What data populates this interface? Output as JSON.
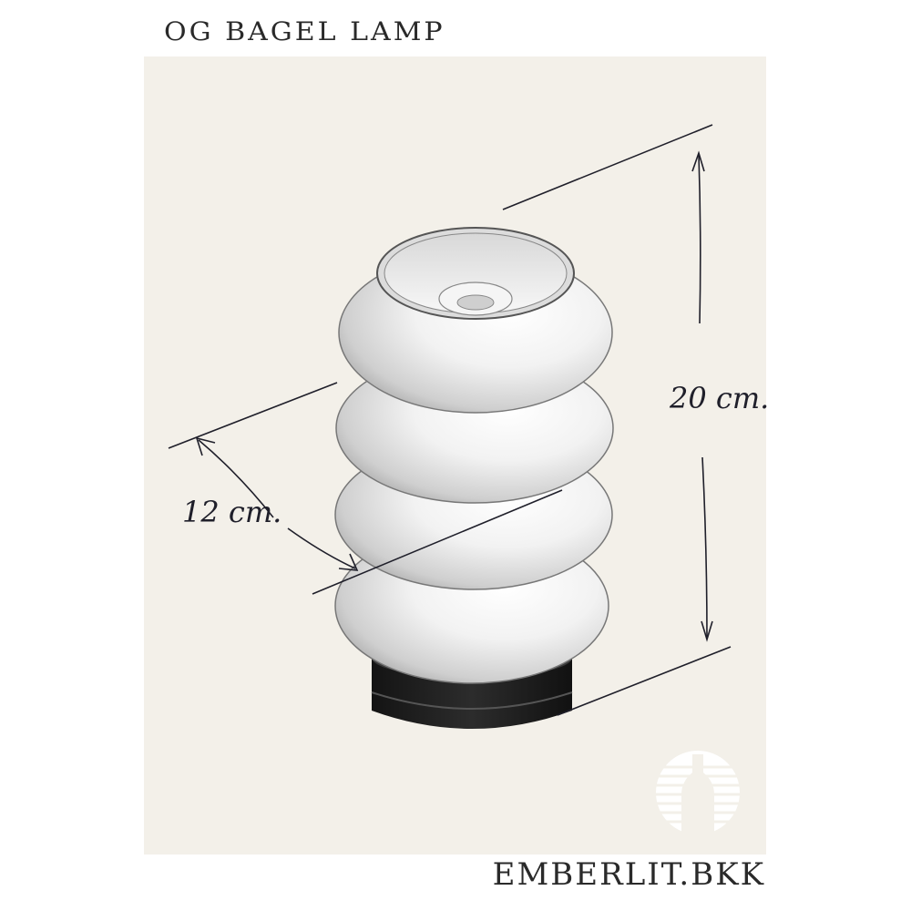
{
  "title": "OG BAGEL LAMP",
  "brand": "EMBERLIT.BKK",
  "dimensions": {
    "height_label": "20 cm.",
    "width_label": "12 cm."
  },
  "colors": {
    "background": "#ffffff",
    "panel": "#f3f0e9",
    "lamp_body": "#e9e9e9",
    "base": "#1e1e1e",
    "ink": "#1f1f2a"
  },
  "icons": [
    "bottle-logo-icon"
  ]
}
